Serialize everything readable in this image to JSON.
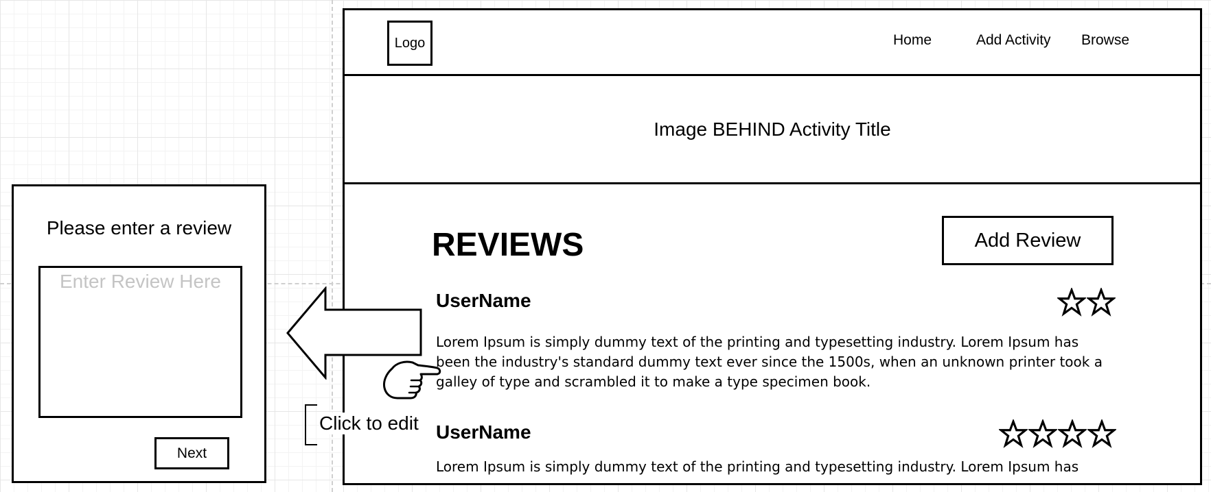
{
  "nav": {
    "logo": "Logo",
    "links": [
      "Home",
      "Add Activity",
      "Browse"
    ]
  },
  "hero": {
    "text": "Image BEHIND  Activity Title"
  },
  "reviews": {
    "title": "REVIEWS",
    "add_button": "Add Review",
    "items": [
      {
        "username": "UserName",
        "stars": 2,
        "lines": [
          "Lorem Ipsum is simply dummy text of the printing and typesetting industry. Lorem Ipsum has",
          "been the industry's standard dummy text ever since the 1500s, when an unknown printer took a",
          "galley of type and scrambled it to make a type specimen book."
        ]
      },
      {
        "username": "UserName",
        "stars": 4,
        "lines": [
          "Lorem Ipsum is simply dummy text of the printing and typesetting industry. Lorem Ipsum has"
        ]
      }
    ]
  },
  "popup": {
    "title": "Please enter a review",
    "placeholder": "Enter Review Here",
    "next_button": "Next"
  },
  "callout": {
    "text": "Click to edit"
  }
}
